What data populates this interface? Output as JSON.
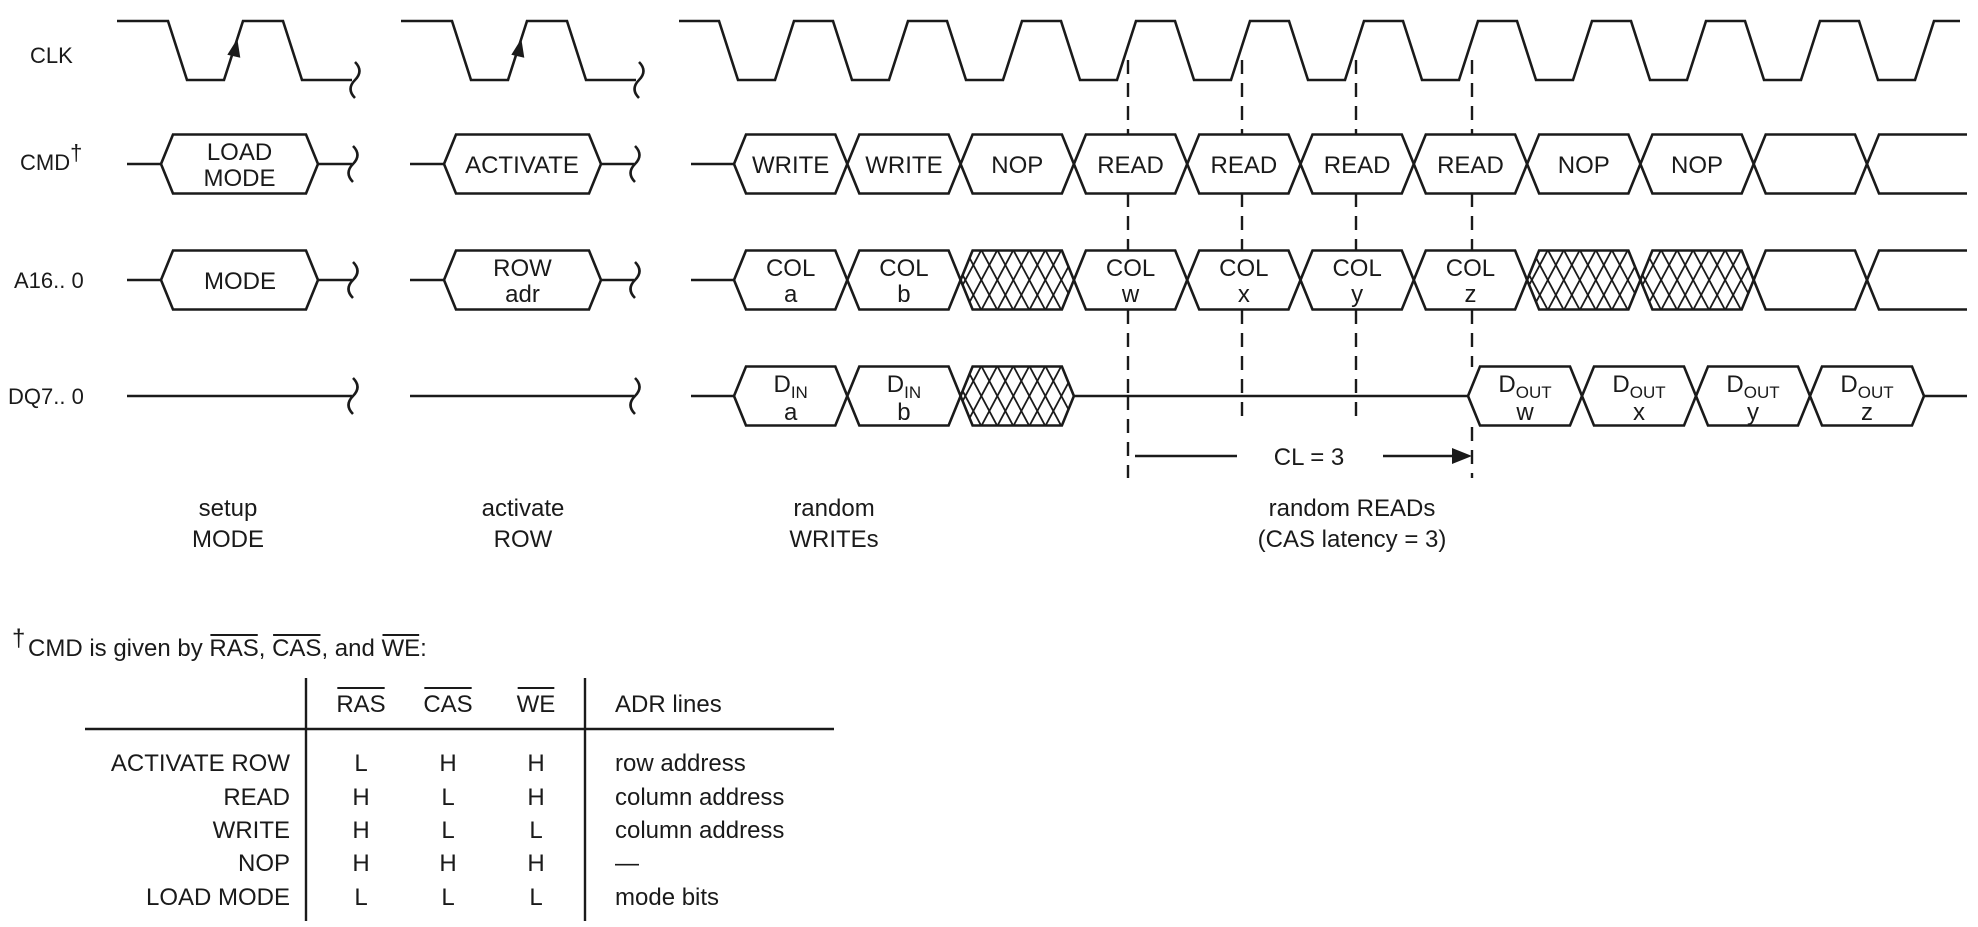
{
  "signals": {
    "clk": "CLK",
    "cmd": "CMD",
    "cmd_mark": "†",
    "addr": "A16.. 0",
    "dq": "DQ7.. 0"
  },
  "setup_section": {
    "cmd": [
      "LOAD",
      "MODE"
    ],
    "addr": [
      "MODE"
    ]
  },
  "activate_section": {
    "cmd": [
      "ACTIVATE"
    ],
    "addr": [
      "ROW",
      "adr"
    ]
  },
  "main_section": {
    "cmd": [
      "WRITE",
      "WRITE",
      "NOP",
      "READ",
      "READ",
      "READ",
      "READ",
      "NOP",
      "NOP",
      "",
      ""
    ],
    "addr": [
      {
        "top": "COL",
        "bottom": "a"
      },
      {
        "top": "COL",
        "bottom": "b"
      },
      {
        "hatched": true
      },
      {
        "top": "COL",
        "bottom": "w"
      },
      {
        "top": "COL",
        "bottom": "x"
      },
      {
        "top": "COL",
        "bottom": "y"
      },
      {
        "top": "COL",
        "bottom": "z"
      },
      {
        "hatched": true
      },
      {
        "hatched": true
      },
      {
        "top": "",
        "bottom": ""
      },
      {
        "top": "",
        "bottom": ""
      }
    ],
    "dq_in": [
      {
        "main": "D",
        "sub": "IN",
        "bottom": "a"
      },
      {
        "main": "D",
        "sub": "IN",
        "bottom": "b"
      },
      {
        "hatched": true
      }
    ],
    "dq_out": [
      {
        "main": "D",
        "sub": "OUT",
        "bottom": "w"
      },
      {
        "main": "D",
        "sub": "OUT",
        "bottom": "x"
      },
      {
        "main": "D",
        "sub": "OUT",
        "bottom": "y"
      },
      {
        "main": "D",
        "sub": "OUT",
        "bottom": "z"
      }
    ]
  },
  "latency": {
    "label": "CL = 3",
    "cycles": 3
  },
  "phase_labels": [
    {
      "line1": "setup",
      "line2": "MODE"
    },
    {
      "line1": "activate",
      "line2": "ROW"
    },
    {
      "line1": "random",
      "line2": "WRITEs"
    },
    {
      "line1": "random READs",
      "line2": "(CAS latency = 3)"
    }
  ],
  "footnote": {
    "mark": "†",
    "prefix": "CMD is given by ",
    "sig1": "RAS",
    "sep1": ", ",
    "sig2": "CAS",
    "sep2": ", and ",
    "sig3": "WE",
    "suffix": ":"
  },
  "command_table": {
    "headers": [
      "RAS",
      "CAS",
      "WE",
      "ADR lines"
    ],
    "overlined_headers": [
      true,
      true,
      true,
      false
    ],
    "rows": [
      {
        "command": "ACTIVATE ROW",
        "ras": "L",
        "cas": "H",
        "we": "H",
        "adr": "row address"
      },
      {
        "command": "READ",
        "ras": "H",
        "cas": "L",
        "we": "H",
        "adr": "column address"
      },
      {
        "command": "WRITE",
        "ras": "H",
        "cas": "L",
        "we": "L",
        "adr": "column address"
      },
      {
        "command": "NOP",
        "ras": "H",
        "cas": "H",
        "we": "H",
        "adr": "—"
      },
      {
        "command": "LOAD MODE",
        "ras": "L",
        "cas": "L",
        "we": "L",
        "adr": "mode bits"
      }
    ]
  }
}
